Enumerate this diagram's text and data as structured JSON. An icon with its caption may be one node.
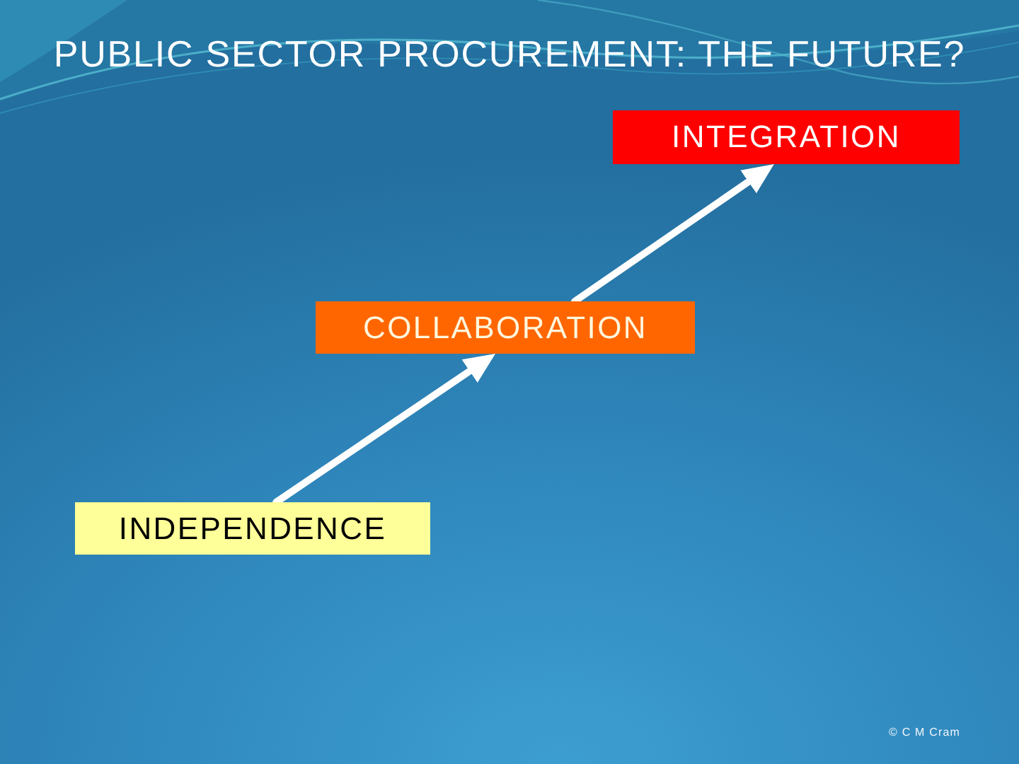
{
  "diagram": {
    "title": "PUBLIC SECTOR PROCUREMENT: THE FUTURE?",
    "nodes": [
      {
        "text": [
          "INTEGRATION"
        ]
      },
      {
        "text": [
          "COLLABORATION"
        ]
      },
      {
        "text": [
          "INDEPENDENCE"
        ]
      }
    ],
    "edges": [
      {
        "from": 2,
        "to": 1,
        "arrow": "to"
      },
      {
        "from": 1,
        "to": 0,
        "arrow": "to"
      }
    ],
    "labels": [
      "© C M Cram"
    ]
  }
}
